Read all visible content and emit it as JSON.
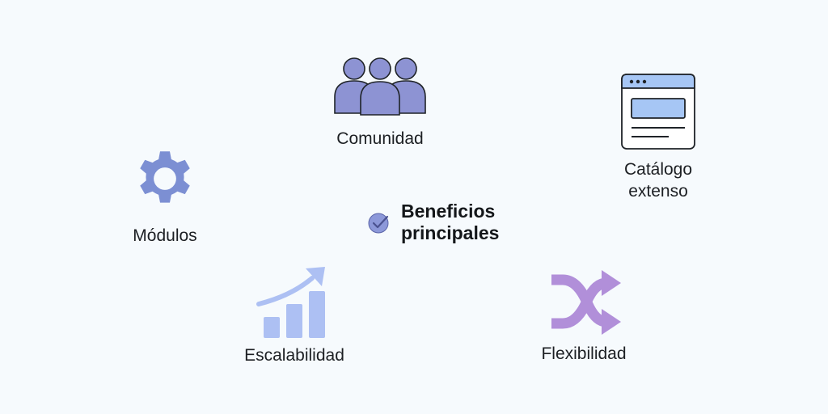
{
  "diagram": {
    "center": {
      "icon": "check-circle-icon",
      "title_line1": "Beneficios",
      "title_line2": "principales"
    },
    "nodes": [
      {
        "id": "comunidad",
        "label": "Comunidad",
        "icon": "people-group-icon"
      },
      {
        "id": "catalogo",
        "label_line1": "Catálogo",
        "label_line2": "extenso",
        "icon": "browser-window-icon"
      },
      {
        "id": "modulos",
        "label": "Módulos",
        "icon": "gear-icon"
      },
      {
        "id": "escalabilidad",
        "label": "Escalabilidad",
        "icon": "growth-chart-icon"
      },
      {
        "id": "flexibilidad",
        "label": "Flexibilidad",
        "icon": "shuffle-arrows-icon"
      }
    ],
    "colors": {
      "background": "#f6fafd",
      "people": "#8d93d3",
      "gear": "#7c8fd3",
      "browser_fill": "#a6c6f5",
      "chart": "#adc0f3",
      "shuffle": "#b18fd9",
      "check": "#8c98d9",
      "outline": "#1f2328"
    }
  }
}
